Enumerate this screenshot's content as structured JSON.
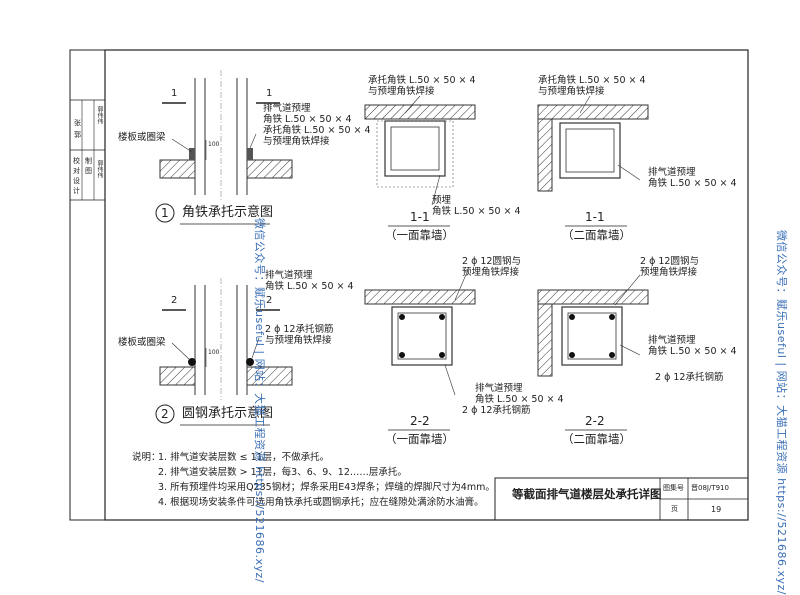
{
  "detail1": {
    "badge": "1",
    "title": "角铁承托示意图",
    "section_mark": "1",
    "floor_label": "楼板或圈梁",
    "dim": "100",
    "annot_line1": "排气道预埋",
    "annot_line2": "角铁 L.50 × 50 × 4",
    "annot_line3": "承托角铁 L.50 × 50 × 4",
    "annot_line4": "与预埋角铁焊接"
  },
  "detail2": {
    "badge": "2",
    "title": "圆钢承托示意图",
    "section_mark": "2",
    "floor_label": "楼板或圈梁",
    "dim": "100",
    "annot_line1": "排气道预埋",
    "annot_line2": "角铁 L.50 × 50 × 4",
    "annot_line3": "2 ϕ 12承托钢筋",
    "annot_line4": "与预埋角铁焊接"
  },
  "sec11a": {
    "label_top1": "承托角铁 L.50 × 50 × 4",
    "label_top2": "与预埋角铁焊接",
    "label_bot1": "预埋",
    "label_bot2": "角铁 L.50 × 50 × 4",
    "name": "1-1",
    "caption": "（一面靠墙）"
  },
  "sec11b": {
    "label_top1": "承托角铁 L.50 × 50 × 4",
    "label_top2": "与预埋角铁焊接",
    "label_bot1": "排气道预埋",
    "label_bot2": "角铁 L.50 × 50 × 4",
    "name": "1-1",
    "caption": "（二面靠墙）"
  },
  "sec22a": {
    "label_top1": "2 ϕ 12圆钢与",
    "label_top2": "预埋角铁焊接",
    "label_bot1": "排气道预埋",
    "label_bot2": "角铁 L.50 × 50 × 4",
    "label_bot3": "2 ϕ 12承托钢筋",
    "name": "2-2",
    "caption": "（一面靠墙）"
  },
  "sec22b": {
    "label_top1": "2 ϕ 12圆钢与",
    "label_top2": "预埋角铁焊接",
    "label_bot1": "排气道预埋",
    "label_bot2": "角铁 L.50 × 50 × 4",
    "label_bot3": "2 ϕ 12承托钢筋",
    "name": "2-2",
    "caption": "（二面靠墙）"
  },
  "notes": {
    "heading": "说明：",
    "items": [
      "1. 排气道安装层数 ≤ 11层，不做承托。",
      "2. 排气道安装层数 > 11层，每3、6、9、12……层承托。",
      "3. 所有预埋件均采用Q235钢材；焊条采用E43焊条；焊缝的焊脚尺寸为4mm。",
      "4. 根据现场安装条件可选用角铁承托或圆钢承托；应在缝隙处满涂防水油膏。"
    ]
  },
  "title_block": {
    "title": "等截面排气道楼层处承托详图",
    "atlas_label": "图集号",
    "atlas_no": "晋08J/T910",
    "page_label": "页",
    "page_no": "19"
  },
  "side_block": {
    "col1_a": "校",
    "col1_b": "对",
    "col2_a": "设",
    "col2_b": "计",
    "col3_a": "制",
    "col3_b": "图",
    "sig1": "张",
    "sig2": "郭",
    "sig3": "郭伟伟",
    "sig4": "郭伟伟"
  },
  "watermarks": {
    "left": "微信公众号：赋乐useful | 网站：大猫工程资源 https://521686.xyz/",
    "right": "微信公众号：赋乐useful | 网站：大猫工程资源 https://521686.xyz/"
  }
}
